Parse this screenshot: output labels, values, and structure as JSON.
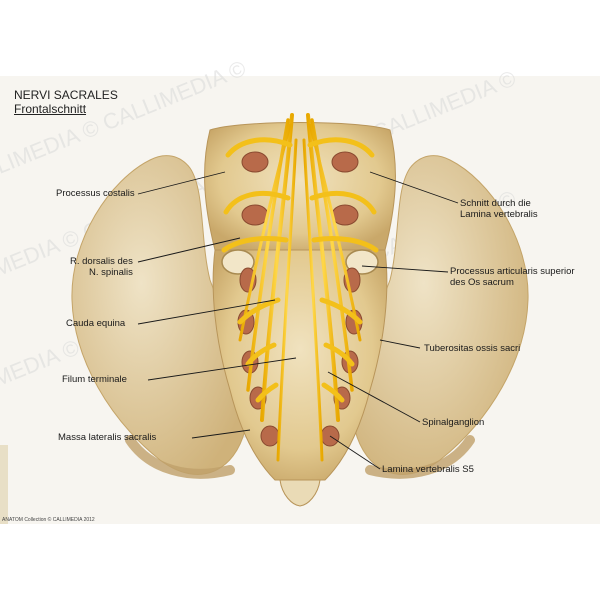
{
  "title": "NERVI SACRALES",
  "subtitle": "Frontalschnitt",
  "watermark": "CALLIMEDIA © CALLIMEDIA ©",
  "credit": "ANATOM Collection © CALLIMEDIA 2012",
  "labels": {
    "processus_costalis": "Processus costalis",
    "r_dorsalis_1": "R. dorsalis des",
    "r_dorsalis_2": "N. spinalis",
    "cauda_equina": "Cauda equina",
    "filum_terminale": "Filum terminale",
    "massa_lateralis": "Massa lateralis sacralis",
    "schnitt_1": "Schnitt durch die",
    "schnitt_2": "Lamina vertebralis",
    "proc_articularis_1": "Processus articularis superior",
    "proc_articularis_2": "des Os sacrum",
    "tuberositas": "Tuberositas ossis sacri",
    "spinalganglion": "Spinalganglion",
    "lamina_s5": "Lamina vertebralis S5"
  },
  "colors": {
    "bone": "#e8d4a6",
    "bone_dark": "#c9a86a",
    "nerve": "#f5c518",
    "nerve_dark": "#d9a400",
    "marrow": "#b86a4a",
    "background_panel": "#f7f5f0"
  }
}
